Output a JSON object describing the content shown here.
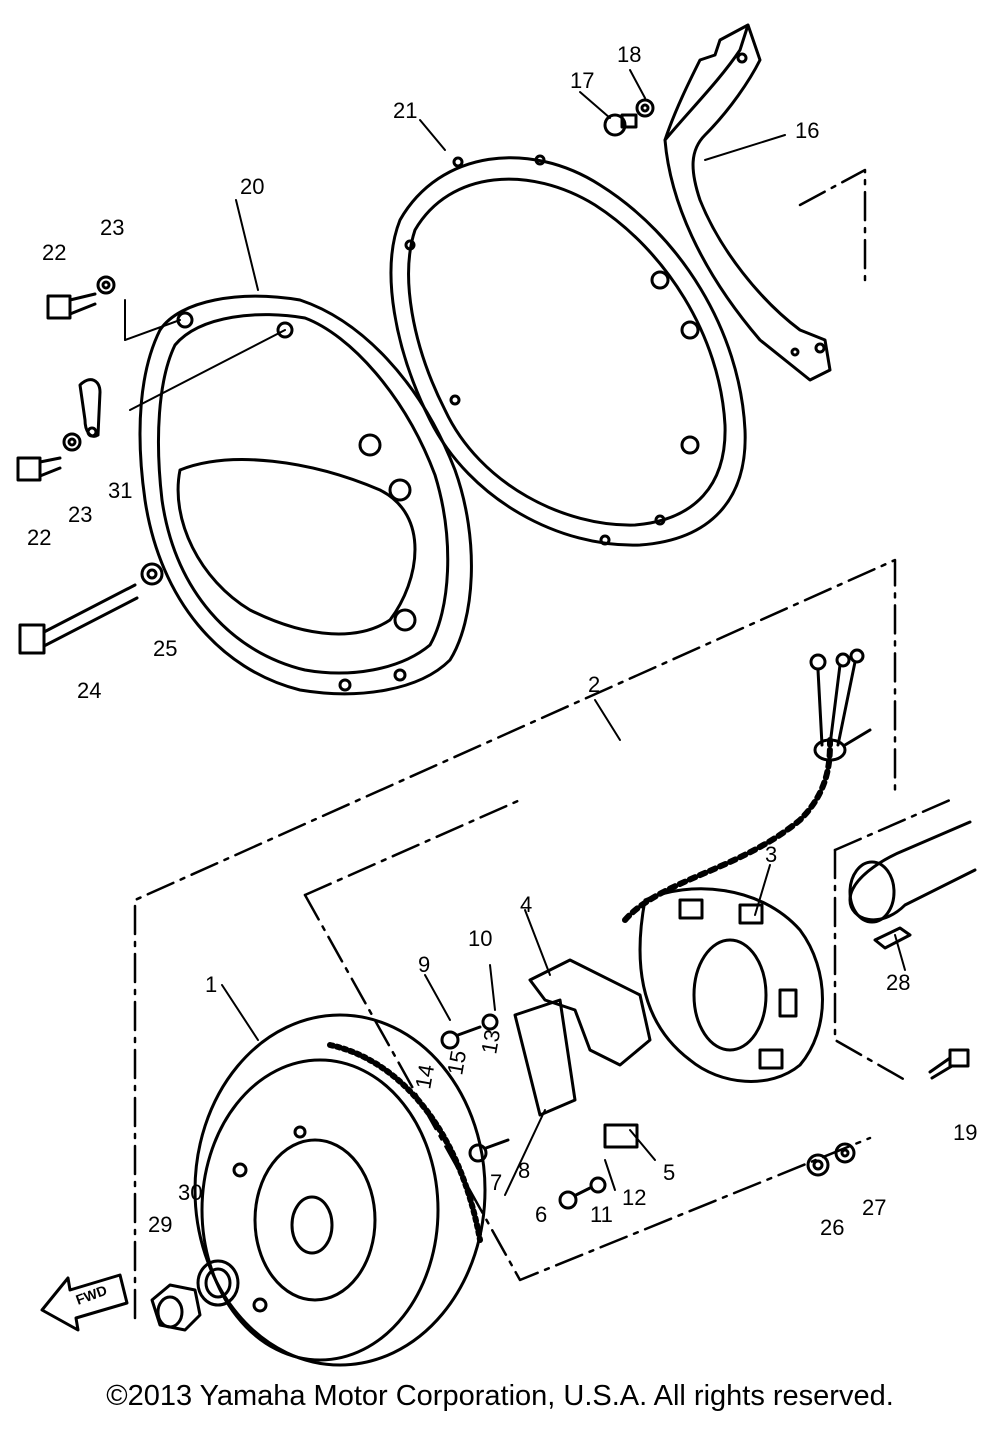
{
  "diagram": {
    "parts": [
      {
        "ref": "1"
      },
      {
        "ref": "2"
      },
      {
        "ref": "3"
      },
      {
        "ref": "4"
      },
      {
        "ref": "5"
      },
      {
        "ref": "6"
      },
      {
        "ref": "7"
      },
      {
        "ref": "8"
      },
      {
        "ref": "9"
      },
      {
        "ref": "10"
      },
      {
        "ref": "11"
      },
      {
        "ref": "12"
      },
      {
        "ref": "13"
      },
      {
        "ref": "14"
      },
      {
        "ref": "15"
      },
      {
        "ref": "16"
      },
      {
        "ref": "17"
      },
      {
        "ref": "18"
      },
      {
        "ref": "19"
      },
      {
        "ref": "20"
      },
      {
        "ref": "21"
      },
      {
        "ref": "22"
      },
      {
        "ref": "22"
      },
      {
        "ref": "23"
      },
      {
        "ref": "23"
      },
      {
        "ref": "24"
      },
      {
        "ref": "25"
      },
      {
        "ref": "26"
      },
      {
        "ref": "27"
      },
      {
        "ref": "28"
      },
      {
        "ref": "29"
      },
      {
        "ref": "30"
      },
      {
        "ref": "31"
      }
    ],
    "fwd_label": "FWD"
  },
  "footer": {
    "copyright": "©2013 Yamaha Motor Corporation, U.S.A. All rights reserved."
  }
}
